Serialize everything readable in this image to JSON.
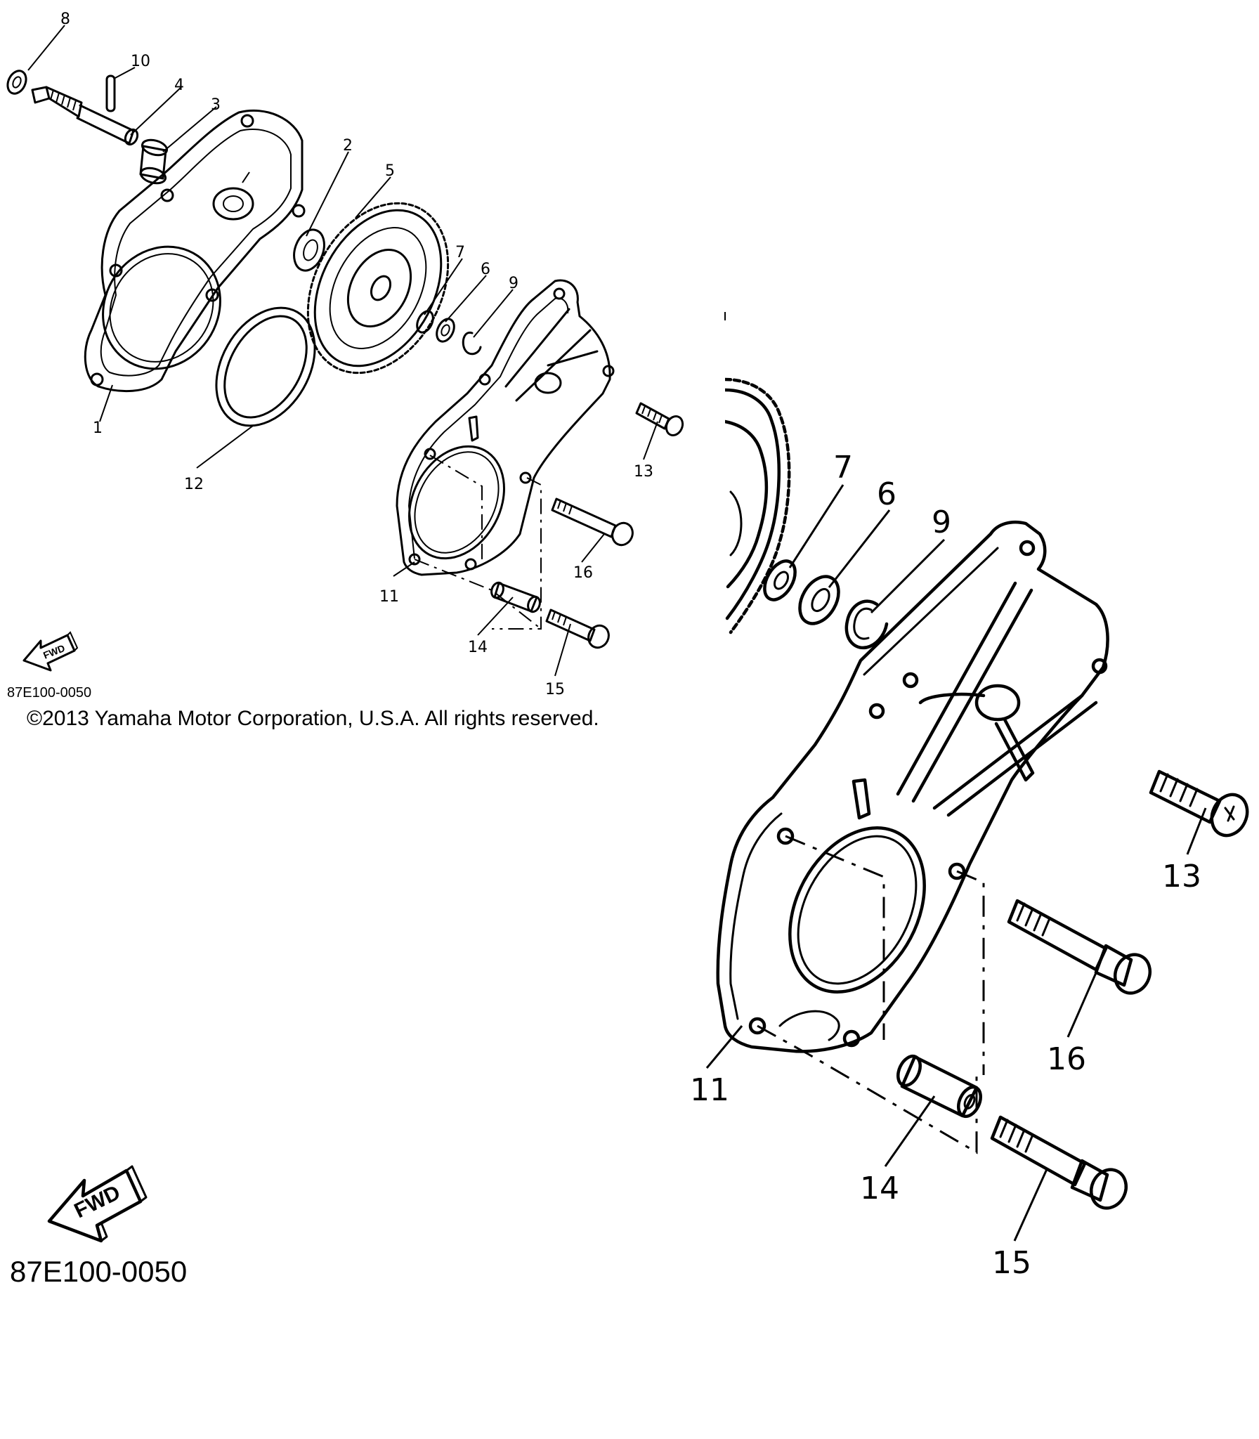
{
  "diagram": {
    "copyright": "©2013 Yamaha Motor Corporation, U.S.A. All rights reserved.",
    "diagram_code": "87E100-0050",
    "fwd_label": "FWD",
    "callouts_overview": [
      "1",
      "2",
      "3",
      "4",
      "5",
      "6",
      "7",
      "8",
      "9",
      "10",
      "11",
      "12",
      "13",
      "14",
      "15",
      "16"
    ],
    "callouts_detail": [
      "6",
      "7",
      "9",
      "11",
      "13",
      "14",
      "15",
      "16"
    ]
  }
}
